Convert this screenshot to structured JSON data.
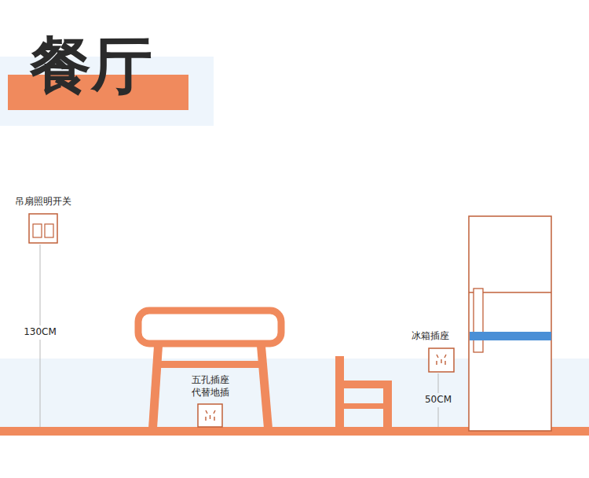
{
  "diagram": {
    "title": "餐厅",
    "labels": [
      "吊扇照明开关",
      "130CM",
      "五孔插座 代替地插",
      "冰箱插座",
      "50CM"
    ]
  }
}
